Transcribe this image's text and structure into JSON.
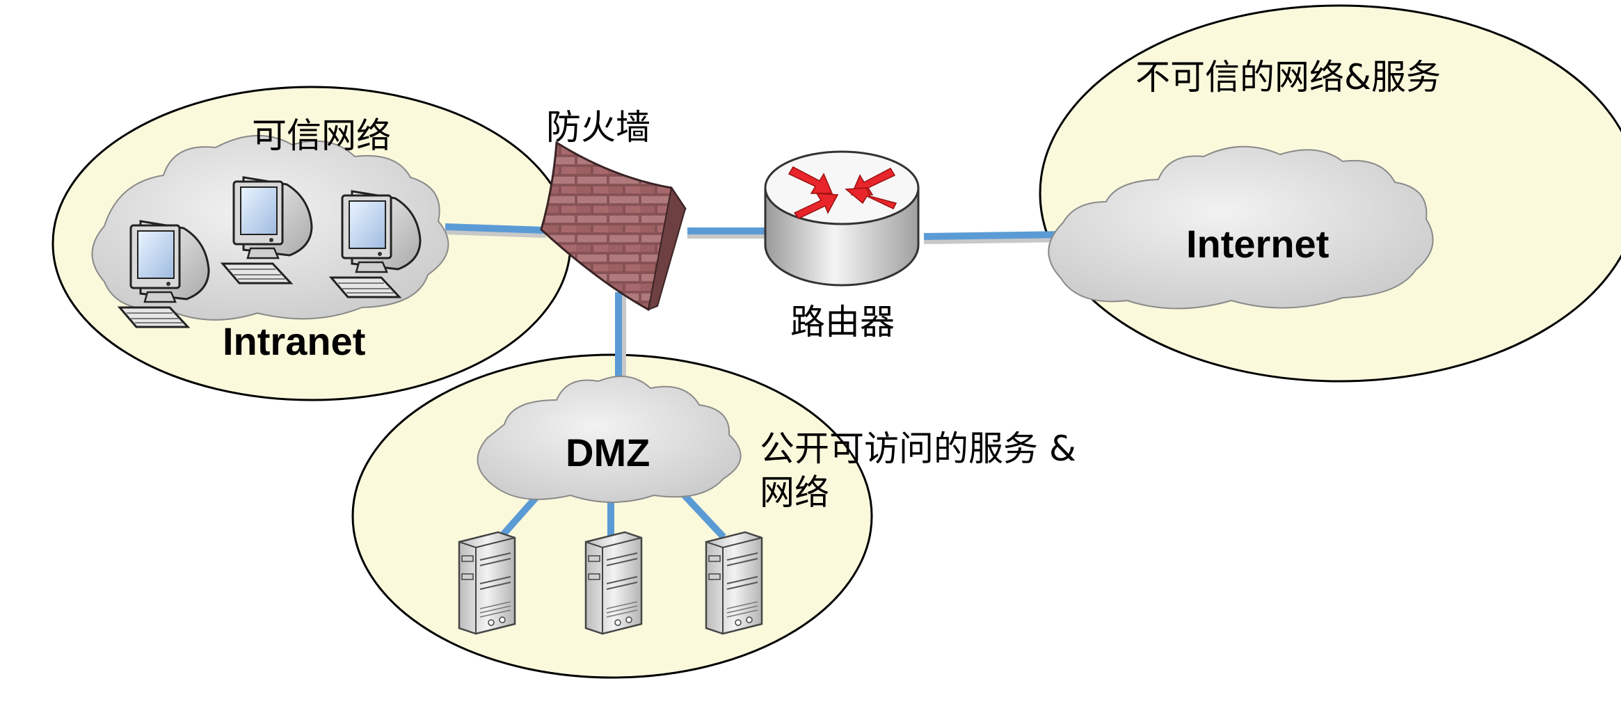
{
  "labels": {
    "trusted_network": "可信网络",
    "intranet": "Intranet",
    "firewall": "防火墙",
    "router": "路由器",
    "untrusted": "不可信的网络&服务",
    "internet": "Internet",
    "dmz": "DMZ",
    "public_line1": "公开可访问的服务 &",
    "public_line2": "网络"
  },
  "colors": {
    "zone_fill": "#fbf9dc",
    "cloud_fill": "#dcdcdc",
    "link": "#5b9bd5",
    "brick": "#9b5a5e",
    "router_arrow": "#e8252a"
  }
}
